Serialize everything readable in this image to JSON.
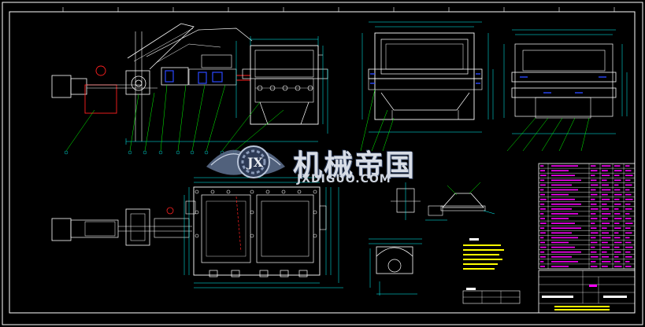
{
  "watermark": {
    "chinese": "机械帝国",
    "english": "JXDIGUO.COM",
    "logo_letters": "JX"
  },
  "colors": {
    "background": "#000000",
    "frame": "#ffffff",
    "part_lines": "#ffffff",
    "dim_lines": "#00ffff",
    "leader_lines": "#00ff00",
    "table_text": "#ff00ff",
    "title_text": "#ffff00",
    "blue_parts": "#2a48ff",
    "red_parts": "#ff2020"
  },
  "title_block": {
    "heading_left": "技术要求",
    "heading_right": "图号",
    "company_line": "JX4 MACHINE DRAWING"
  }
}
